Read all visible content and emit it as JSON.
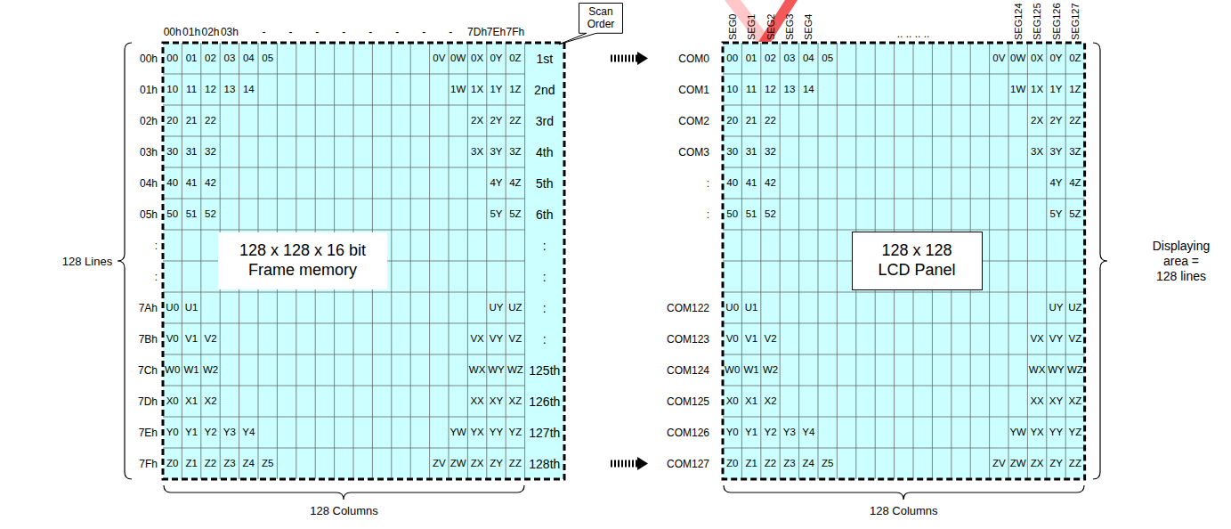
{
  "diagram": {
    "nodes": [
      {
        "text": [
          "Scan Order"
        ]
      },
      {
        "text": [
          "128 x 128 x 16 bit Frame memory"
        ]
      },
      {
        "text": [
          "128 x 128 LCD Panel"
        ]
      }
    ],
    "labels": [
      "00h",
      "01h",
      "02h",
      "03h",
      "-",
      "-",
      "-",
      "-",
      "-",
      "-",
      "-",
      "-",
      "7Dh",
      "7Eh",
      "7Fh",
      "00h",
      "01h",
      "02h",
      "03h",
      "04h",
      "05h",
      ":",
      ":",
      "7Ah",
      "7Bh",
      "7Ch",
      "7Dh",
      "7Eh",
      "7Fh",
      "00",
      "01",
      "02",
      "03",
      "04",
      "05",
      "0V",
      "0W",
      "0X",
      "0Y",
      "0Z",
      "10",
      "11",
      "12",
      "13",
      "14",
      "1W",
      "1X",
      "1Y",
      "1Z",
      "20",
      "21",
      "22",
      "2X",
      "2Y",
      "2Z",
      "30",
      "31",
      "32",
      "3X",
      "3Y",
      "3Z",
      "40",
      "41",
      "42",
      "4Y",
      "4Z",
      "50",
      "51",
      "52",
      "5Y",
      "5Z",
      "U0",
      "U1",
      "UY",
      "UZ",
      "V0",
      "V1",
      "V2",
      "VX",
      "VY",
      "VZ",
      "W0",
      "W1",
      "W2",
      "WX",
      "WY",
      "WZ",
      "X0",
      "X1",
      "X2",
      "XX",
      "XY",
      "XZ",
      "Y0",
      "Y1",
      "Y2",
      "Y3",
      "Y4",
      "YW",
      "YX",
      "YY",
      "YZ",
      "Z0",
      "Z1",
      "Z2",
      "Z3",
      "Z4",
      "Z5",
      "ZV",
      "ZW",
      "ZX",
      "ZY",
      "ZZ",
      "1st",
      "2nd",
      "3rd",
      "4th",
      "5th",
      "6th",
      ":",
      ":",
      ":",
      ":",
      "125th",
      "126th",
      "127th",
      "128th",
      "128 Lines",
      "128 Columns",
      "SEG0",
      "SEG1",
      "SEG2",
      "SEG3",
      "SEG4",
      ".. .. .. ..",
      "SEG124",
      "SEG125",
      "SEG126",
      "SEG127",
      "COM0",
      "COM1",
      "COM2",
      "COM3",
      ":",
      ":",
      "COM122",
      "COM123",
      "COM124",
      "COM125",
      "COM126",
      "COM127",
      "00",
      "01",
      "02",
      "03",
      "04",
      "05",
      "0V",
      "0W",
      "0X",
      "0Y",
      "0Z",
      "10",
      "11",
      "12",
      "13",
      "14",
      "1W",
      "1X",
      "1Y",
      "1Z",
      "20",
      "21",
      "22",
      "2X",
      "2Y",
      "2Z",
      "30",
      "31",
      "32",
      "3X",
      "3Y",
      "3Z",
      "40",
      "41",
      "42",
      "4Y",
      "4Z",
      "50",
      "51",
      "52",
      "5Y",
      "5Z",
      "U0",
      "U1",
      "UY",
      "UZ",
      "V0",
      "V1",
      "V2",
      "VX",
      "VY",
      "VZ",
      "W0",
      "W1",
      "W2",
      "WX",
      "WY",
      "WZ",
      "X0",
      "X1",
      "X2",
      "XX",
      "XY",
      "XZ",
      "Y0",
      "Y1",
      "Y2",
      "Y3",
      "Y4",
      "YW",
      "YX",
      "YY",
      "YZ",
      "Z0",
      "Z1",
      "Z2",
      "Z3",
      "Z4",
      "Z5",
      "ZV",
      "ZW",
      "ZX",
      "ZY",
      "ZZ",
      "128 Columns",
      "Displaying area = 128 lines"
    ]
  }
}
